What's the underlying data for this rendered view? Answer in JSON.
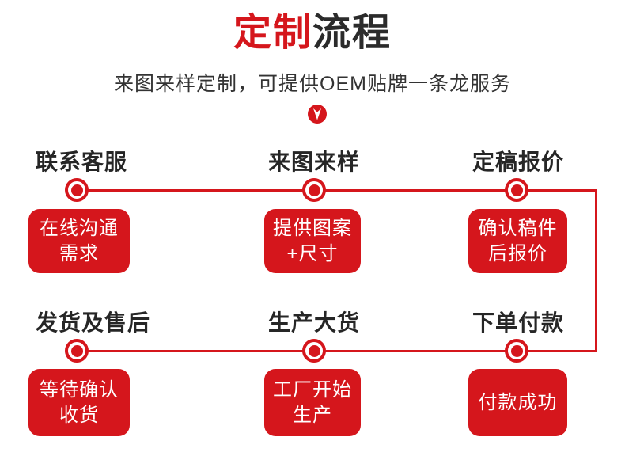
{
  "header": {
    "title_red": "定制",
    "title_dark": "流程",
    "subtitle": "来图来样定制，可提供OEM贴牌一条龙服务"
  },
  "icons": {
    "down_arrow": "down-arrow-in-red-circle"
  },
  "colors": {
    "accent_red": "#d5161c",
    "title_dark": "#2b2b2b",
    "box_text": "#ffffff"
  },
  "steps": [
    {
      "label": "联系客服",
      "box_line1": "在线沟通",
      "box_line2": "需求"
    },
    {
      "label": "来图来样",
      "box_line1": "提供图案",
      "box_line2": "+尺寸"
    },
    {
      "label": "定稿报价",
      "box_line1": "确认稿件",
      "box_line2": "后报价"
    },
    {
      "label": "发货及售后",
      "box_line1": "等待确认",
      "box_line2": "收货"
    },
    {
      "label": "生产大货",
      "box_line1": "工厂开始",
      "box_line2": "生产"
    },
    {
      "label": "下单付款",
      "box_line1": "付款成功",
      "box_line2": ""
    }
  ]
}
